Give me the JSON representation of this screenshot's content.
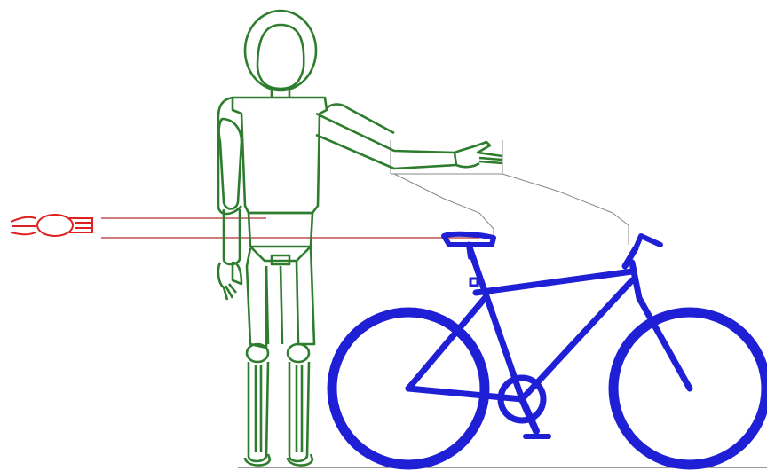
{
  "diagram": {
    "figure": "standing-person-arm-extended",
    "object": "bicycle",
    "reference": "small-hand-inset",
    "colors": {
      "background": "#ffffff",
      "person": "#2e7d2e",
      "bicycle": "#1f1fd6",
      "reference_hand": "#e02020",
      "reference_lines": "#b03030",
      "guide_lines": "#888888",
      "ground": "#777777"
    }
  }
}
